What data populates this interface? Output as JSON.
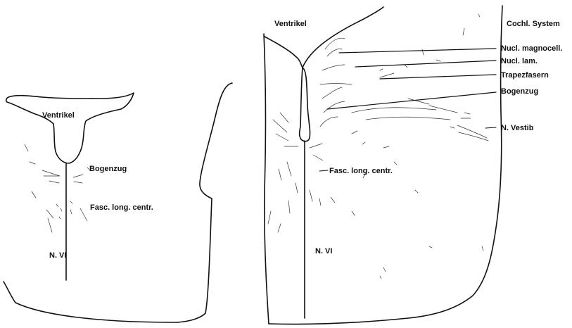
{
  "left_section": {
    "labels": {
      "ventricle": "Ventrikel",
      "bogenzug": "Bogenzug",
      "fasc": "Fasc. long. centr.",
      "n_vi": "N. VI"
    }
  },
  "right_section": {
    "labels": {
      "ventricle": "Ventrikel",
      "cochl": "Cochl. System",
      "nucl_magnocell": "Nucl. magnocell.",
      "nucl_lam": "Nucl. lam.",
      "trapez": "Trapezfasern",
      "bogenzug": "Bogenzug",
      "vestib": "N. Vestib",
      "fasc": "Fasc. long. centr.",
      "n_vi": "N. VI"
    }
  },
  "colors": {
    "ink": "#111111",
    "paper": "#ffffff"
  }
}
